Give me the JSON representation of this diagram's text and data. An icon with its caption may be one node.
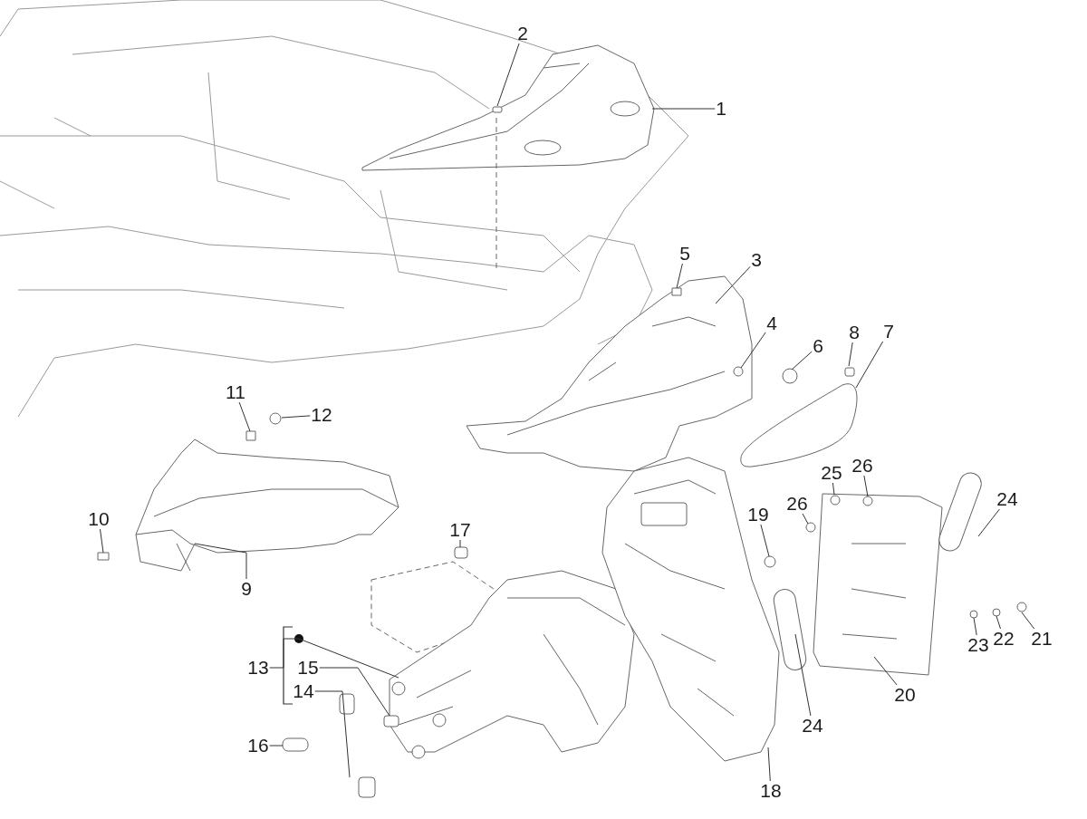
{
  "diagram": {
    "nodes": [
      {
        "text": [
          "1"
        ]
      },
      {
        "text": [
          "2"
        ]
      },
      {
        "text": [
          "3"
        ]
      },
      {
        "text": [
          "4"
        ]
      },
      {
        "text": [
          "5"
        ]
      },
      {
        "text": [
          "6"
        ]
      },
      {
        "text": [
          "7"
        ]
      },
      {
        "text": [
          "8"
        ]
      },
      {
        "text": [
          "9"
        ]
      },
      {
        "text": [
          "10"
        ]
      },
      {
        "text": [
          "11"
        ]
      },
      {
        "text": [
          "12"
        ]
      },
      {
        "text": [
          "13"
        ]
      },
      {
        "text": [
          "14"
        ]
      },
      {
        "text": [
          "15"
        ]
      },
      {
        "text": [
          "16"
        ]
      },
      {
        "text": [
          "17"
        ]
      },
      {
        "text": [
          "18"
        ]
      },
      {
        "text": [
          "19"
        ]
      },
      {
        "text": [
          "20"
        ]
      },
      {
        "text": [
          "21"
        ]
      },
      {
        "text": [
          "22"
        ]
      },
      {
        "text": [
          "23"
        ]
      },
      {
        "text": [
          "24"
        ]
      },
      {
        "text": [
          "24"
        ]
      },
      {
        "text": [
          "25"
        ]
      },
      {
        "text": [
          "26"
        ]
      },
      {
        "text": [
          "26"
        ]
      }
    ],
    "edges": [
      {
        "from": 0,
        "to": null,
        "arrow": "none"
      },
      {
        "from": 1,
        "to": null,
        "arrow": "none"
      },
      {
        "from": 2,
        "to": null,
        "arrow": "none"
      },
      {
        "from": 3,
        "to": null,
        "arrow": "none"
      },
      {
        "from": 4,
        "to": null,
        "arrow": "none"
      },
      {
        "from": 5,
        "to": null,
        "arrow": "none"
      },
      {
        "from": 6,
        "to": null,
        "arrow": "none"
      },
      {
        "from": 7,
        "to": null,
        "arrow": "none"
      },
      {
        "from": 8,
        "to": null,
        "arrow": "none"
      },
      {
        "from": 9,
        "to": null,
        "arrow": "none"
      },
      {
        "from": 10,
        "to": null,
        "arrow": "none"
      },
      {
        "from": 11,
        "to": null,
        "arrow": "none"
      },
      {
        "from": 12,
        "to": null,
        "arrow": "none"
      },
      {
        "from": 13,
        "to": null,
        "arrow": "none"
      },
      {
        "from": 14,
        "to": null,
        "arrow": "none"
      },
      {
        "from": 15,
        "to": null,
        "arrow": "none"
      },
      {
        "from": 16,
        "to": null,
        "arrow": "none"
      },
      {
        "from": 17,
        "to": null,
        "arrow": "none"
      },
      {
        "from": 18,
        "to": null,
        "arrow": "none"
      },
      {
        "from": 19,
        "to": null,
        "arrow": "none"
      },
      {
        "from": 20,
        "to": null,
        "arrow": "none"
      },
      {
        "from": 21,
        "to": null,
        "arrow": "none"
      },
      {
        "from": 22,
        "to": null,
        "arrow": "none"
      },
      {
        "from": 23,
        "to": null,
        "arrow": "none"
      },
      {
        "from": 24,
        "to": null,
        "arrow": "none"
      },
      {
        "from": 25,
        "to": null,
        "arrow": "none"
      },
      {
        "from": 26,
        "to": null,
        "arrow": "none"
      },
      {
        "from": 27,
        "to": null,
        "arrow": "none"
      }
    ]
  }
}
